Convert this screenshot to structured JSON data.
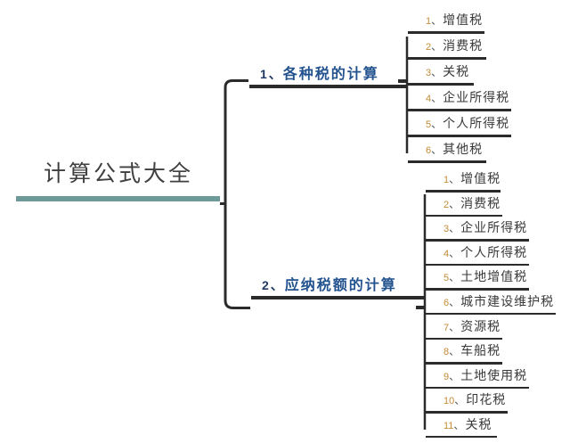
{
  "diagram": {
    "type": "mindmap",
    "title": "计算公式大全",
    "colors": {
      "root_rule": "#6d9a99",
      "root_text": "#3f3f3f",
      "branch_text": "#23538f",
      "branch_rule": "#2b2b2b",
      "leaf_number": "#c38b36",
      "leaf_text": "#3a3a3a",
      "connector": "#2b2b2b",
      "background": "#ffffff"
    }
  },
  "root": {
    "label": "计算公式大全"
  },
  "branches": [
    {
      "number": "1",
      "separator": "、",
      "label": "各种税的计算",
      "full_label": "1、各种税的计算",
      "children": [
        {
          "number": "1",
          "separator": "、",
          "label": "增值税",
          "full": "1、增值税",
          "rule_width": 86
        },
        {
          "number": "2",
          "separator": "、",
          "label": "消费税",
          "full": "2、消费税",
          "rule_width": 88
        },
        {
          "number": "3",
          "separator": "、",
          "label": "关税",
          "full": "3、关税",
          "rule_width": 74
        },
        {
          "number": "4",
          "separator": "、",
          "label": "企业所得税",
          "full": "4、企业所得税",
          "rule_width": 116
        },
        {
          "number": "5",
          "separator": "、",
          "label": "个人所得税",
          "full": "5、个人所得税",
          "rule_width": 116
        },
        {
          "number": "6",
          "separator": "、",
          "label": "其他税",
          "full": "6、其他税",
          "rule_width": 88
        }
      ]
    },
    {
      "number": "2",
      "separator": "、",
      "label": "应纳税额的计算",
      "full_label": "2、应纳税额的计算",
      "children": [
        {
          "number": "1",
          "separator": "、",
          "label": "增值税",
          "full": "1、增值税",
          "rule_width": 84
        },
        {
          "number": "2",
          "separator": "、",
          "label": "消费税",
          "full": "2、消费税",
          "rule_width": 86
        },
        {
          "number": "3",
          "separator": "、",
          "label": "企业所得税",
          "full": "3、企业所得税",
          "rule_width": 116
        },
        {
          "number": "4",
          "separator": "、",
          "label": "个人所得税",
          "full": "4、个人所得税",
          "rule_width": 116
        },
        {
          "number": "5",
          "separator": "、",
          "label": "土地增值税",
          "full": "5、土地增值税",
          "rule_width": 116
        },
        {
          "number": "6",
          "separator": "、",
          "label": "城市建设维护税",
          "full": "6、城市建设维护税",
          "rule_width": 146
        },
        {
          "number": "7",
          "separator": "、",
          "label": "资源税",
          "full": "7、资源税",
          "rule_width": 86
        },
        {
          "number": "8",
          "separator": "、",
          "label": "车船税",
          "full": "8、车船税",
          "rule_width": 86
        },
        {
          "number": "9",
          "separator": "、",
          "label": "土地使用税",
          "full": "9、土地使用税",
          "rule_width": 116
        },
        {
          "number": "10",
          "separator": "、",
          "label": "印花税",
          "full": "10、印花税",
          "rule_width": 92
        },
        {
          "number": "11",
          "separator": "、",
          "label": "关税",
          "full": "11、关税",
          "rule_width": 80
        }
      ]
    }
  ]
}
